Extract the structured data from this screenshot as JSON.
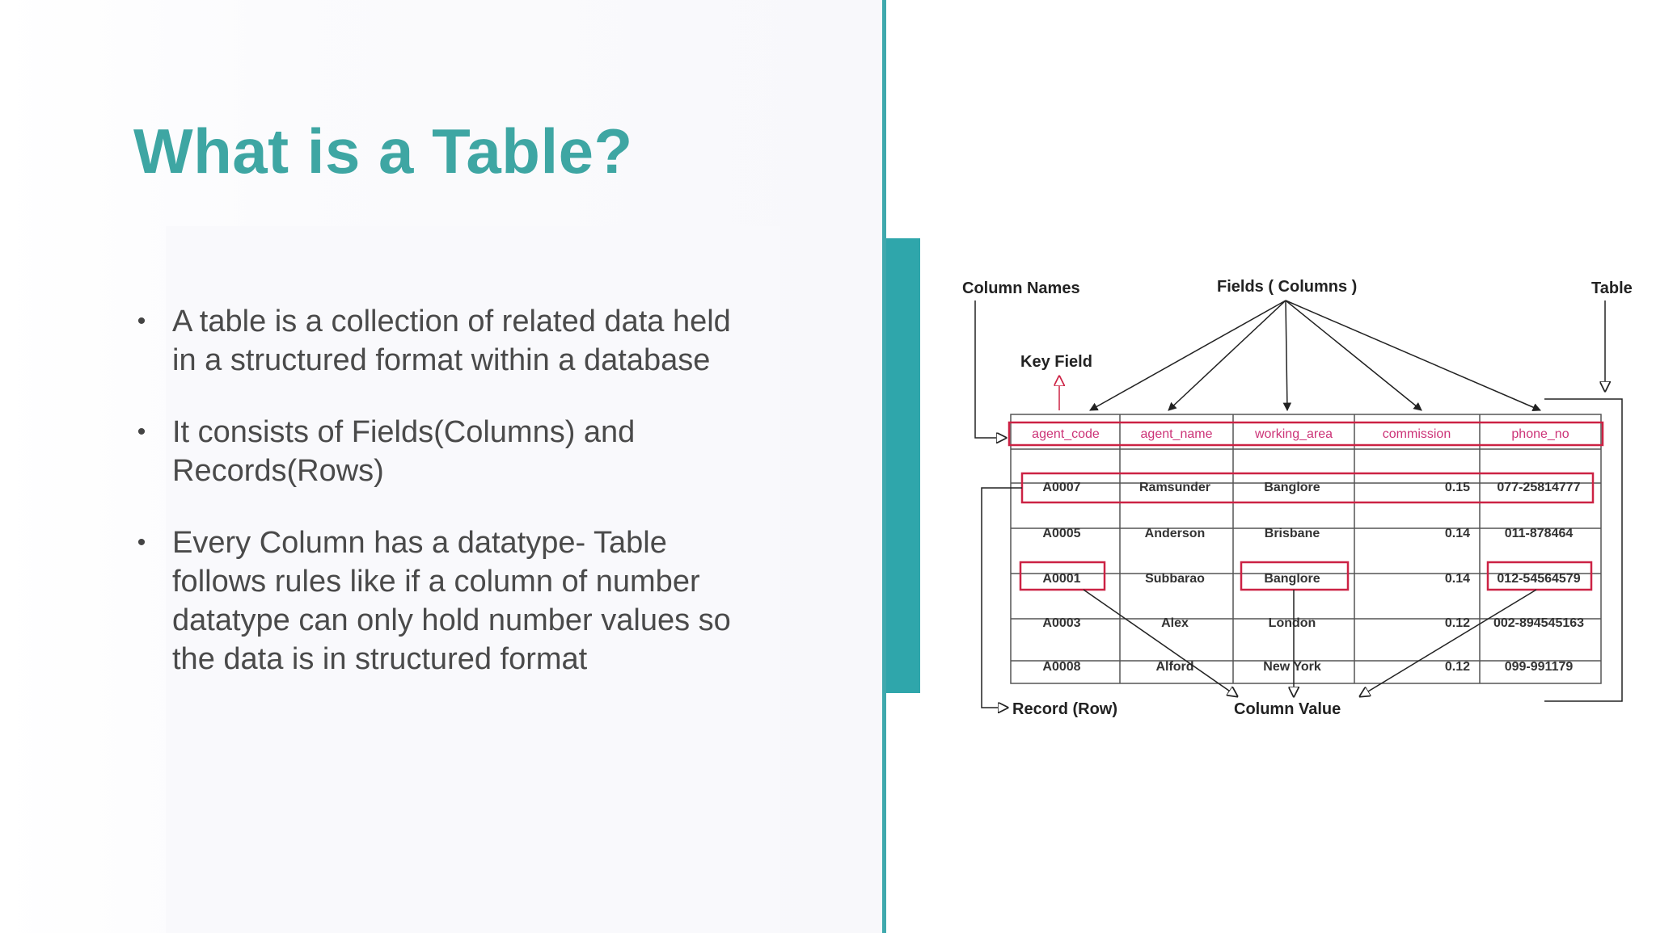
{
  "slide": {
    "title": "What is a Table?",
    "bullets": [
      {
        "lines": [
          "A table is a collection of related data held",
          "in a structured format within a database"
        ]
      },
      {
        "lines": [
          "It consists of Fields(Columns) and",
          "Records(Rows)"
        ]
      },
      {
        "lines": [
          "Every Column has a datatype- Table",
          "follows rules like if a column of number",
          "datatype can only hold number values so",
          "the data is in structured format"
        ]
      }
    ],
    "bullet_glyph": "•",
    "accent_color": "#3fa9ad",
    "title_color": "#3ea6a3"
  },
  "diagram": {
    "labels": {
      "column_names": "Column Names",
      "fields": "Fields ( Columns )",
      "table": "Table",
      "key_field": "Key Field",
      "record": "Record (Row)",
      "column_value": "Column Value"
    },
    "headers": [
      "agent_code",
      "agent_name",
      "working_area",
      "commission",
      "phone_no"
    ],
    "rows": [
      [
        "A0007",
        "Ramsunder",
        "Banglore",
        "0.15",
        "077-25814777"
      ],
      [
        "A0005",
        "Anderson",
        "Brisbane",
        "0.14",
        "011-878464"
      ],
      [
        "A0001",
        "Subbarao",
        "Banglore",
        "0.14",
        "012-54564579"
      ],
      [
        "A0003",
        "Alex",
        "London",
        "0.12",
        "002-894545163"
      ],
      [
        "A0008",
        "Alford",
        "New York",
        "0.12",
        "099-991179"
      ]
    ],
    "highlight_color": "#cc2244"
  }
}
